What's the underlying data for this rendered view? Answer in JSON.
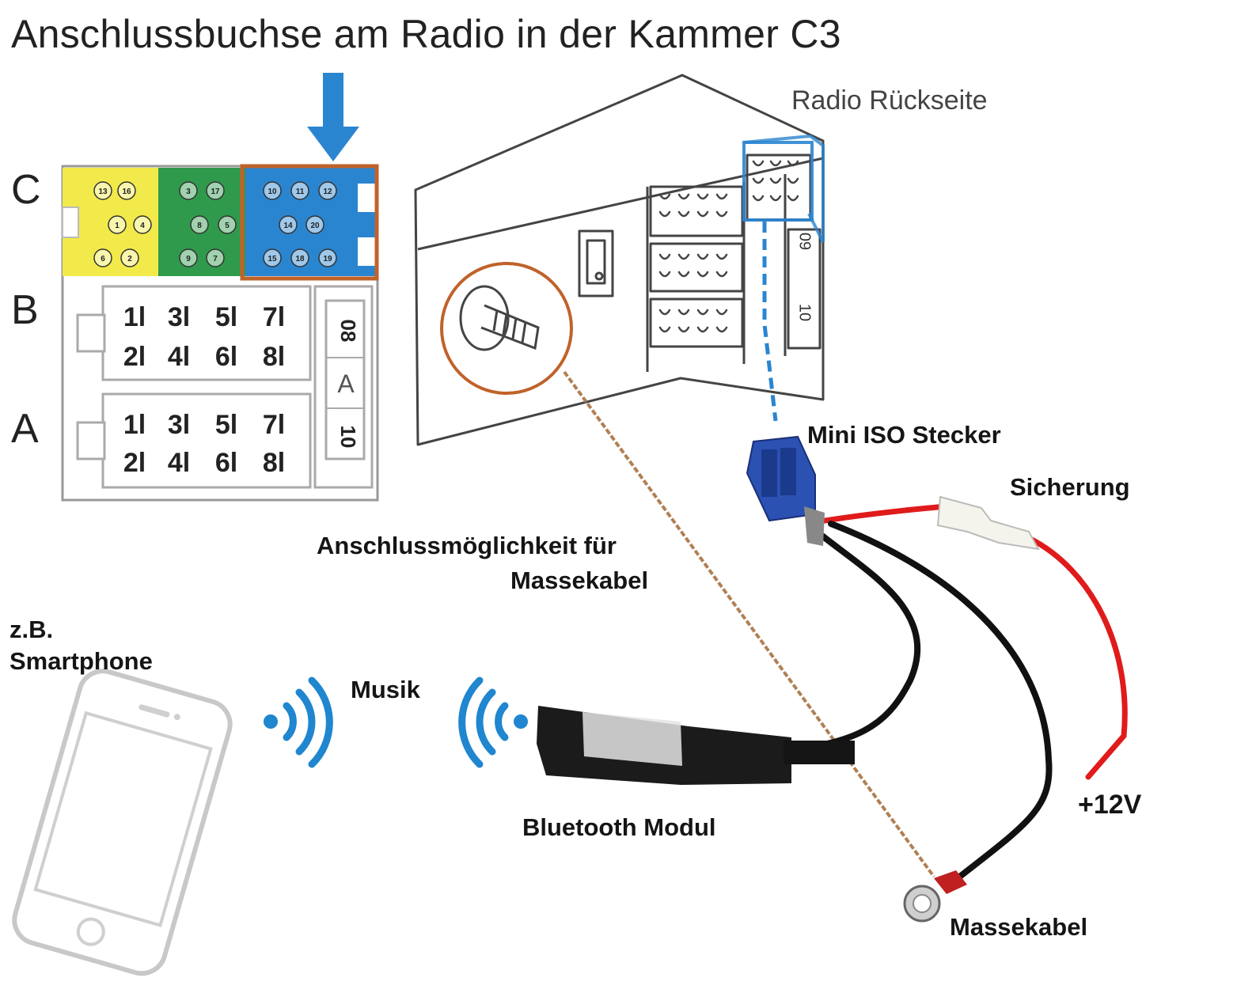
{
  "title": "Anschlussbuchse am Radio in der  Kammer C3",
  "radio_back_label": "Radio Rückseite",
  "connector_rows": {
    "c": "C",
    "b": "B",
    "a": "A"
  },
  "pins_c": [
    "13",
    "16",
    "3",
    "17",
    "1",
    "4",
    "8",
    "5",
    "6",
    "2",
    "9",
    "7",
    "10",
    "11",
    "12",
    "14",
    "20",
    "15",
    "18",
    "19"
  ],
  "pins_b": [
    "1",
    "3",
    "5",
    "7",
    "2",
    "4",
    "6",
    "8"
  ],
  "pins_a": [
    "1",
    "3",
    "5",
    "7",
    "2",
    "4",
    "6",
    "8"
  ],
  "block_side": {
    "top": "08",
    "mid": "A",
    "bottom": "10"
  },
  "radio_side": {
    "top": "09",
    "bottom": "10"
  },
  "labels": {
    "mini_iso": "Mini ISO Stecker",
    "fuse": "Sicherung",
    "ground_option_1": "Anschlussmöglichkeit für",
    "ground_option_2": "Massekabel",
    "example": "z.B.",
    "smartphone": "Smartphone",
    "music": "Musik",
    "bluetooth": "Bluetooth Modul",
    "voltage": "+12V",
    "ground_cable": "Massekabel"
  },
  "colors": {
    "yellow": "#f2ea4a",
    "green": "#2f9a4c",
    "blue": "#2a85d0",
    "orange_highlight": "#c0622a",
    "wire_red": "#e01b1b",
    "wire_black": "#111111",
    "ground_line": "#b08054",
    "wave_blue": "#1f86cf"
  }
}
